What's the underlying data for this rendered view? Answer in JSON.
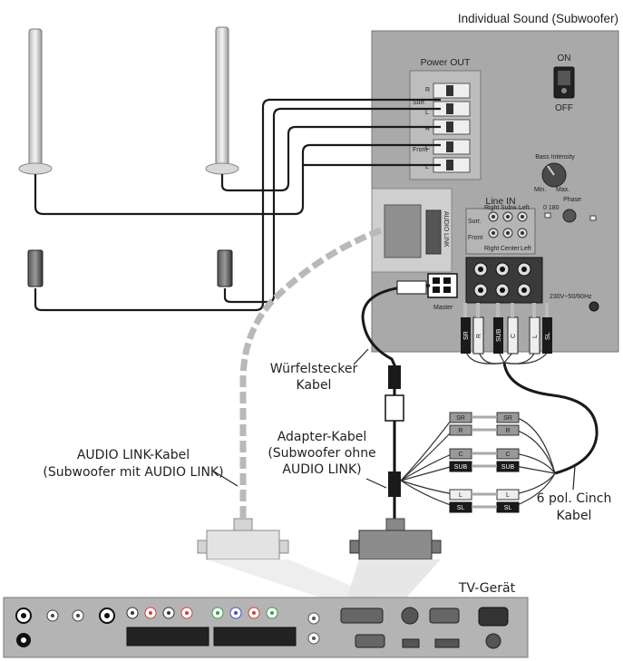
{
  "subwoofer": {
    "title": "Individual Sound (Subwoofer)",
    "power_out": "Power OUT",
    "surr": "Surr.",
    "front": "Front",
    "r": "R",
    "l": "L",
    "c": "C",
    "on": "ON",
    "off": "OFF",
    "bass_intensity": "Bass Intensity",
    "min": "Min.",
    "max": "Max.",
    "phase": "Phase",
    "phase_range": "0 180",
    "line_in": "Line IN",
    "right": "Right",
    "subw": "Subw.",
    "left": "Left",
    "center": "Center",
    "audio_link": "AUDIO LINK",
    "master": "Master",
    "voltage": "230V~50/60Hz"
  },
  "cinch_plugs": [
    "SR",
    "R",
    "SUB",
    "C",
    "L",
    "SL"
  ],
  "adapter_plugs": [
    "SR",
    "R",
    "C",
    "SUB",
    "L",
    "SL"
  ],
  "labels": {
    "wuerfel_1": "Würfelstecker",
    "wuerfel_2": "Kabel",
    "adapter_1": "Adapter-Kabel",
    "adapter_2": "(Subwoofer ohne",
    "adapter_3": "AUDIO LINK)",
    "audiolink_1": "AUDIO LINK-Kabel",
    "audiolink_2": "(Subwoofer mit AUDIO LINK)",
    "cinch_1": "6 pol. Cinch",
    "cinch_2": "Kabel",
    "tv": "TV-Gerät"
  }
}
